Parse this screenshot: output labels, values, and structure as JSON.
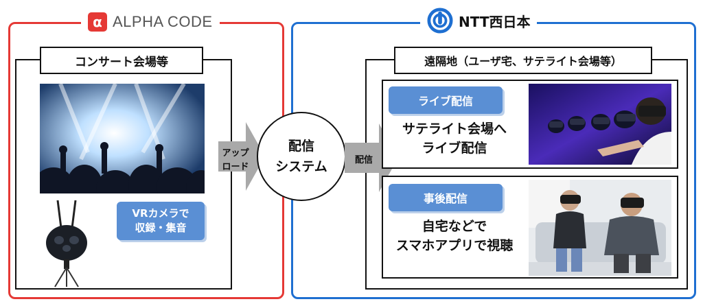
{
  "logos": {
    "alpha_icon_letter": "α",
    "alpha_text": "ALPHA CODE",
    "ntt_text": "NTT西日本"
  },
  "left": {
    "tab": "コンサート会場等",
    "vr_pill": [
      "VRカメラで",
      "収録・集音"
    ]
  },
  "arrows": {
    "upload": [
      "アップ",
      "ロード"
    ],
    "deliver": "配信"
  },
  "center": {
    "system": [
      "配信",
      "システム"
    ]
  },
  "right": {
    "tab": "遠隔地（ユーザ宅、サテライト会場等）",
    "live_pill": "ライブ配信",
    "live_desc": [
      "サテライト会場へ",
      "ライブ配信"
    ],
    "after_pill": "事後配信",
    "after_desc": [
      "自宅などで",
      "スマホアプリで視聴"
    ]
  },
  "colors": {
    "alpha_red": "#e53935",
    "ntt_blue": "#1e6fd1",
    "pill_blue": "#5a8fd4",
    "arrow_gray": "#a9a9a9"
  }
}
